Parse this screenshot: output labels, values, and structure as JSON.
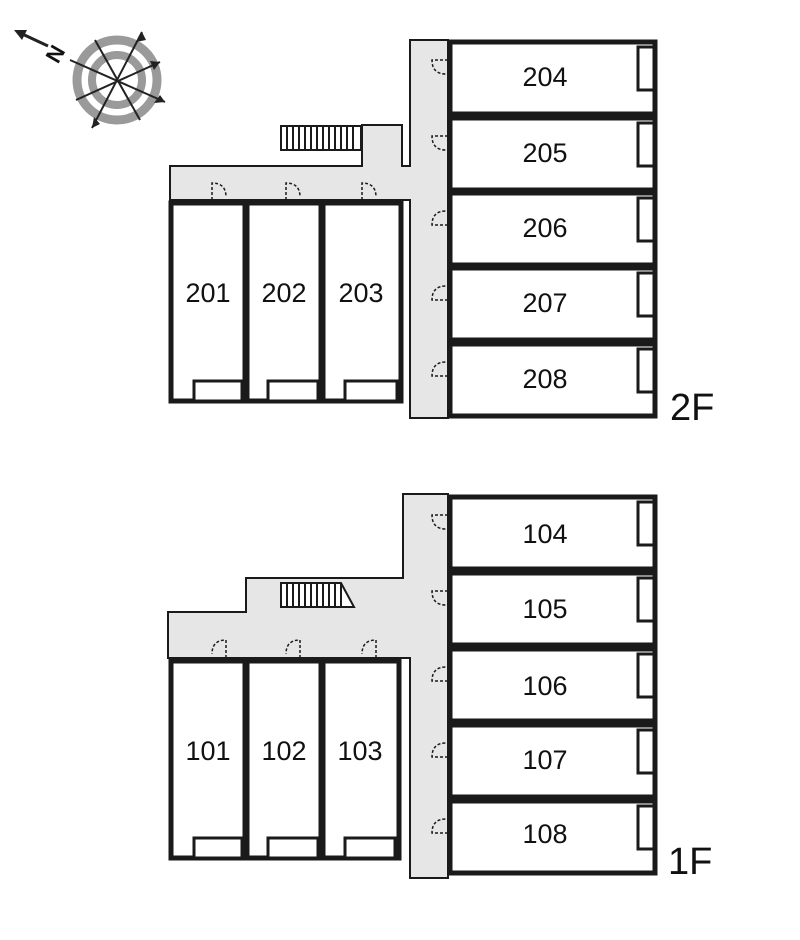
{
  "compass": {
    "north_label": "N",
    "icon": "compass-rose-icon"
  },
  "floors": [
    {
      "label": "2F",
      "left_rooms": [
        "201",
        "202",
        "203"
      ],
      "right_rooms": [
        "204",
        "205",
        "206",
        "207",
        "208"
      ]
    },
    {
      "label": "1F",
      "left_rooms": [
        "101",
        "102",
        "103"
      ],
      "right_rooms": [
        "104",
        "105",
        "106",
        "107",
        "108"
      ]
    }
  ],
  "colors": {
    "corridor": "#e6e6e6",
    "wall": "#1a1a1a",
    "compass_ring": "#9a9a9a"
  }
}
